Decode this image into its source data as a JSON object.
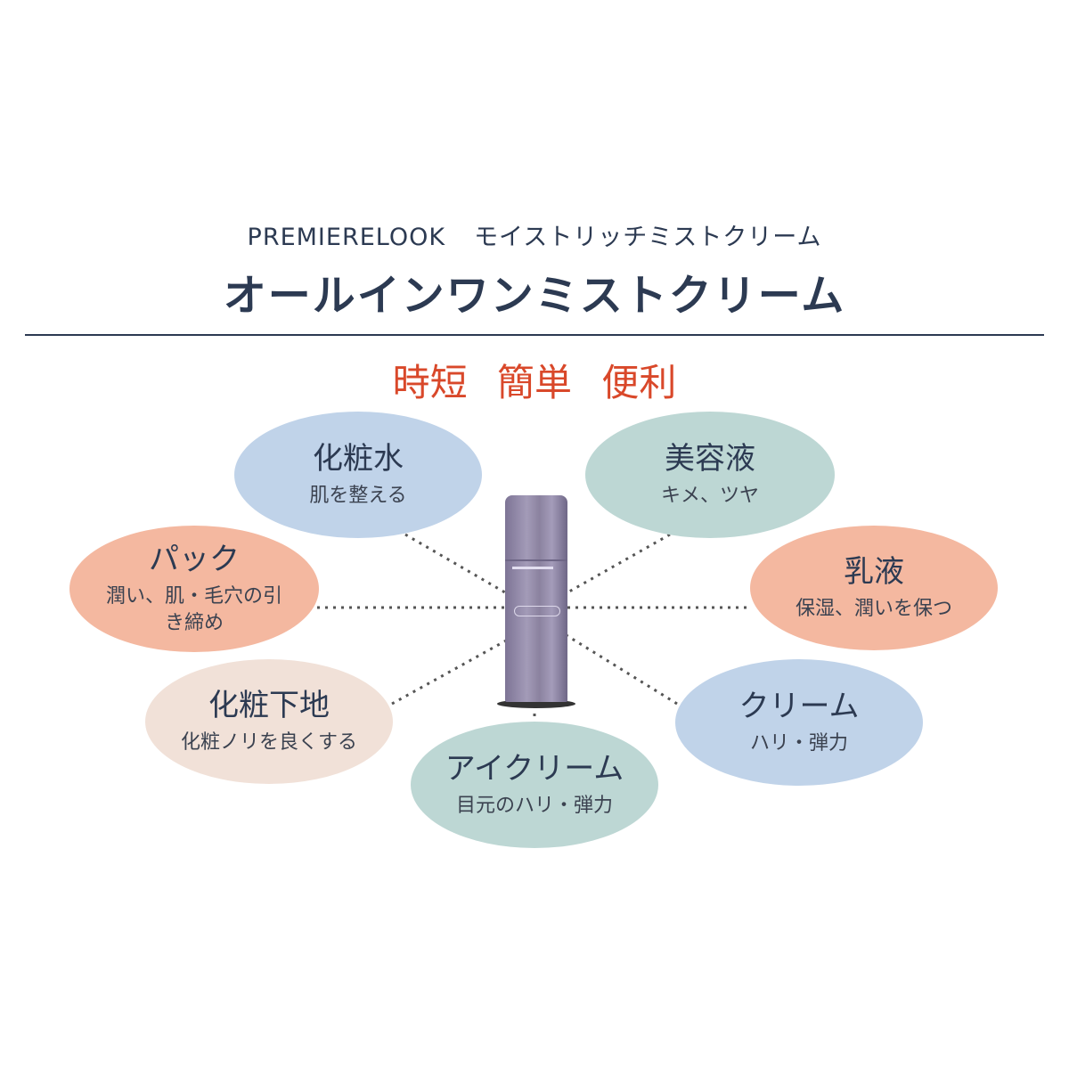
{
  "header": {
    "brand": "PREMIERELOOK",
    "product": "モイストリッチミストクリーム",
    "title": "オールインワンミストクリーム"
  },
  "tagline": [
    "時短",
    "簡単",
    "便利"
  ],
  "colors": {
    "navy": "#2c3a52",
    "red": "#d9482a",
    "blue": "#c0d3e9",
    "teal": "#bdd7d4",
    "salmon": "#f4b8a0",
    "beige": "#f1e1d8"
  },
  "functions": [
    {
      "name": "化粧水",
      "desc": "肌を整える"
    },
    {
      "name": "美容液",
      "desc": "キメ、ツヤ"
    },
    {
      "name": "パック",
      "desc": "潤い、肌・毛穴の引き締め"
    },
    {
      "name": "乳液",
      "desc": "保湿、潤いを保つ"
    },
    {
      "name": "化粧下地",
      "desc": "化粧ノリを良くする"
    },
    {
      "name": "クリーム",
      "desc": "ハリ・弾力"
    },
    {
      "name": "アイクリーム",
      "desc": "目元のハリ・弾力"
    }
  ]
}
